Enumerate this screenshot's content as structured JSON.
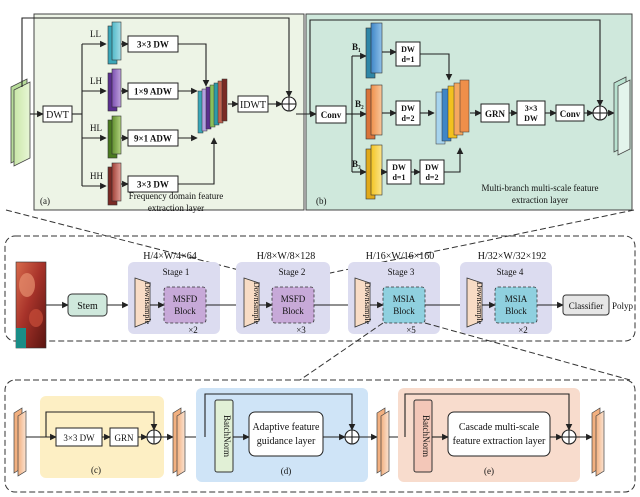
{
  "panel_a": {
    "dwt": "DWT",
    "idwt": "IDWT",
    "bands": [
      "LL",
      "LH",
      "HL",
      "HH"
    ],
    "ops": [
      "3×3 DW",
      "1×9 ADW",
      "9×1 ADW",
      "3×3 DW"
    ],
    "tag": "(a)",
    "caption_1": "Frequency domain feature",
    "caption_2": "extraction layer"
  },
  "panel_b": {
    "conv_in": "Conv",
    "b1": "B₁",
    "b2": "B₂",
    "b3": "B₃",
    "dw_1": "DW d=1",
    "dw_2": "DW d=2",
    "dw_3a": "DW d=1",
    "dw_3b": "DW d=2",
    "grn": "GRN",
    "dw33": "3×3 DW",
    "conv_out": "Conv",
    "tag": "(b)",
    "caption_1": "Multi-branch multi-scale feature",
    "caption_2": "extraction layer"
  },
  "pipeline": {
    "stem": "Stem",
    "downsample": "Downsample",
    "classifier": "Classifier",
    "output": "Polyp",
    "stages": [
      {
        "dims": "H/4×W/4×64",
        "title": "Stage 1",
        "block_1": "MSFD",
        "block_2": "Block",
        "repeat": "×2"
      },
      {
        "dims": "H/8×W/8×128",
        "title": "Stage 2",
        "block_1": "MSFD",
        "block_2": "Block",
        "repeat": "×3"
      },
      {
        "dims": "H/16×W/16×160",
        "title": "Stage 3",
        "block_1": "MSIA",
        "block_2": "Block",
        "repeat": "×5"
      },
      {
        "dims": "H/32×W/32×192",
        "title": "Stage 4",
        "block_1": "MSIA",
        "block_2": "Block",
        "repeat": "×2"
      }
    ]
  },
  "panel_c": {
    "dw": "3×3 DW",
    "grn": "GRN",
    "tag": "(c)"
  },
  "panel_d": {
    "norm": "BatchNorm",
    "layer_1": "Adaptive feature",
    "layer_2": "guidance layer",
    "tag": "(d)"
  },
  "panel_e": {
    "norm": "BatchNorm",
    "layer_1": "Cascade multi-scale",
    "layer_2": "feature extraction layer",
    "tag": "(e)"
  },
  "colors": {
    "panel_a_bg": "#edf4e6",
    "panel_b_bg": "#cfe8dc",
    "stage_bg": "#dcdcf0",
    "panel_c_bg": "#fdefc4",
    "panel_d_bg": "#cfe4f7",
    "panel_e_bg": "#f8dccd",
    "msfd": "#c7a9d8",
    "msia": "#8fd0df",
    "downsample": "#f8dcc5"
  }
}
